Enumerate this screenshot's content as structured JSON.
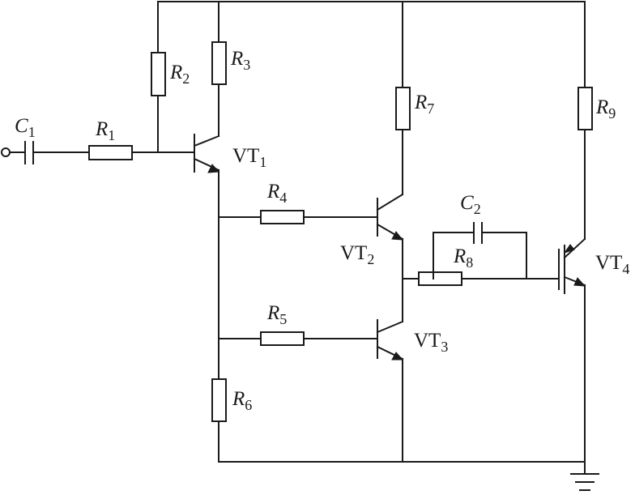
{
  "labels": {
    "c1": {
      "main": "C",
      "sub": "1"
    },
    "c2": {
      "main": "C",
      "sub": "2"
    },
    "r1": {
      "main": "R",
      "sub": "1"
    },
    "r2": {
      "main": "R",
      "sub": "2"
    },
    "r3": {
      "main": "R",
      "sub": "3"
    },
    "r4": {
      "main": "R",
      "sub": "4"
    },
    "r5": {
      "main": "R",
      "sub": "5"
    },
    "r6": {
      "main": "R",
      "sub": "6"
    },
    "r7": {
      "main": "R",
      "sub": "7"
    },
    "r8": {
      "main": "R",
      "sub": "8"
    },
    "r9": {
      "main": "R",
      "sub": "9"
    },
    "vt1": {
      "main": "VT",
      "sub": "1"
    },
    "vt2": {
      "main": "VT",
      "sub": "2"
    },
    "vt3": {
      "main": "VT",
      "sub": "3"
    },
    "vt4": {
      "main": "VT",
      "sub": "4"
    }
  }
}
